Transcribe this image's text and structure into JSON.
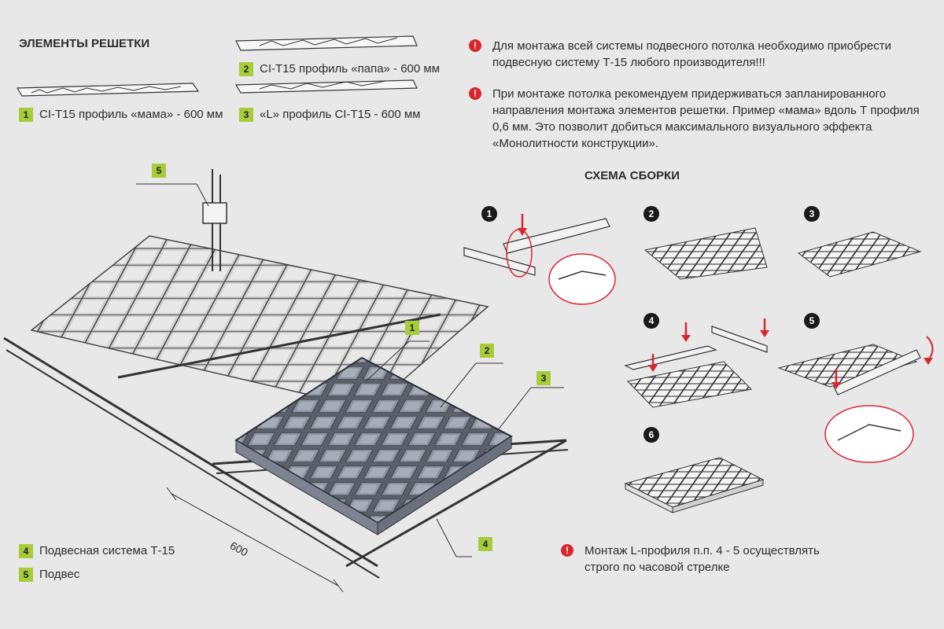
{
  "section_title": "ЭЛЕМЕНТЫ РЕШЕТКИ",
  "elements": [
    {
      "num": "1",
      "label": "CI-T15 профиль «мама» - 600 мм"
    },
    {
      "num": "2",
      "label": "CI-T15 профиль «папа» - 600 мм"
    },
    {
      "num": "3",
      "label": "«L» профиль CI-T15 - 600 мм"
    },
    {
      "num": "4",
      "label": "Подвесная система Т-15"
    },
    {
      "num": "5",
      "label": "Подвес"
    }
  ],
  "warnings": [
    {
      "icon": "!",
      "lines": [
        "Для монтажа всей системы подвесного потолка необходимо приобрести",
        "подвесную систему Т-15 любого производителя!!!"
      ]
    },
    {
      "icon": "!",
      "lines": [
        "При монтаже потолка рекомендуем придерживаться запланированного",
        "направления монтажа элементов решетки. Пример «мама» вдоль Т профиля",
        "0,6 мм. Это позволит добиться максимального визуального эффекта",
        "«Монолитности конструкции»."
      ]
    },
    {
      "icon": "!",
      "lines": [
        "Монтаж L-профиля п.п. 4 - 5 осуществлять",
        "строго по часовой стрелке"
      ]
    }
  ],
  "assembly_title": "СХЕМА СБОРКИ",
  "steps": [
    "1",
    "2",
    "3",
    "4",
    "5",
    "6"
  ],
  "diagram_labels": {
    "c1": "1",
    "c2": "2",
    "c3": "3",
    "c4": "4",
    "c5": "5"
  },
  "dimension": "600",
  "colors": {
    "badge": "#a6cd39",
    "warning": "#d8262e",
    "accent": "#d8262e",
    "background": "#e8e8e8"
  },
  "icons": {
    "warning": "exclamation-circle-icon",
    "step": "numbered-circle-icon"
  }
}
